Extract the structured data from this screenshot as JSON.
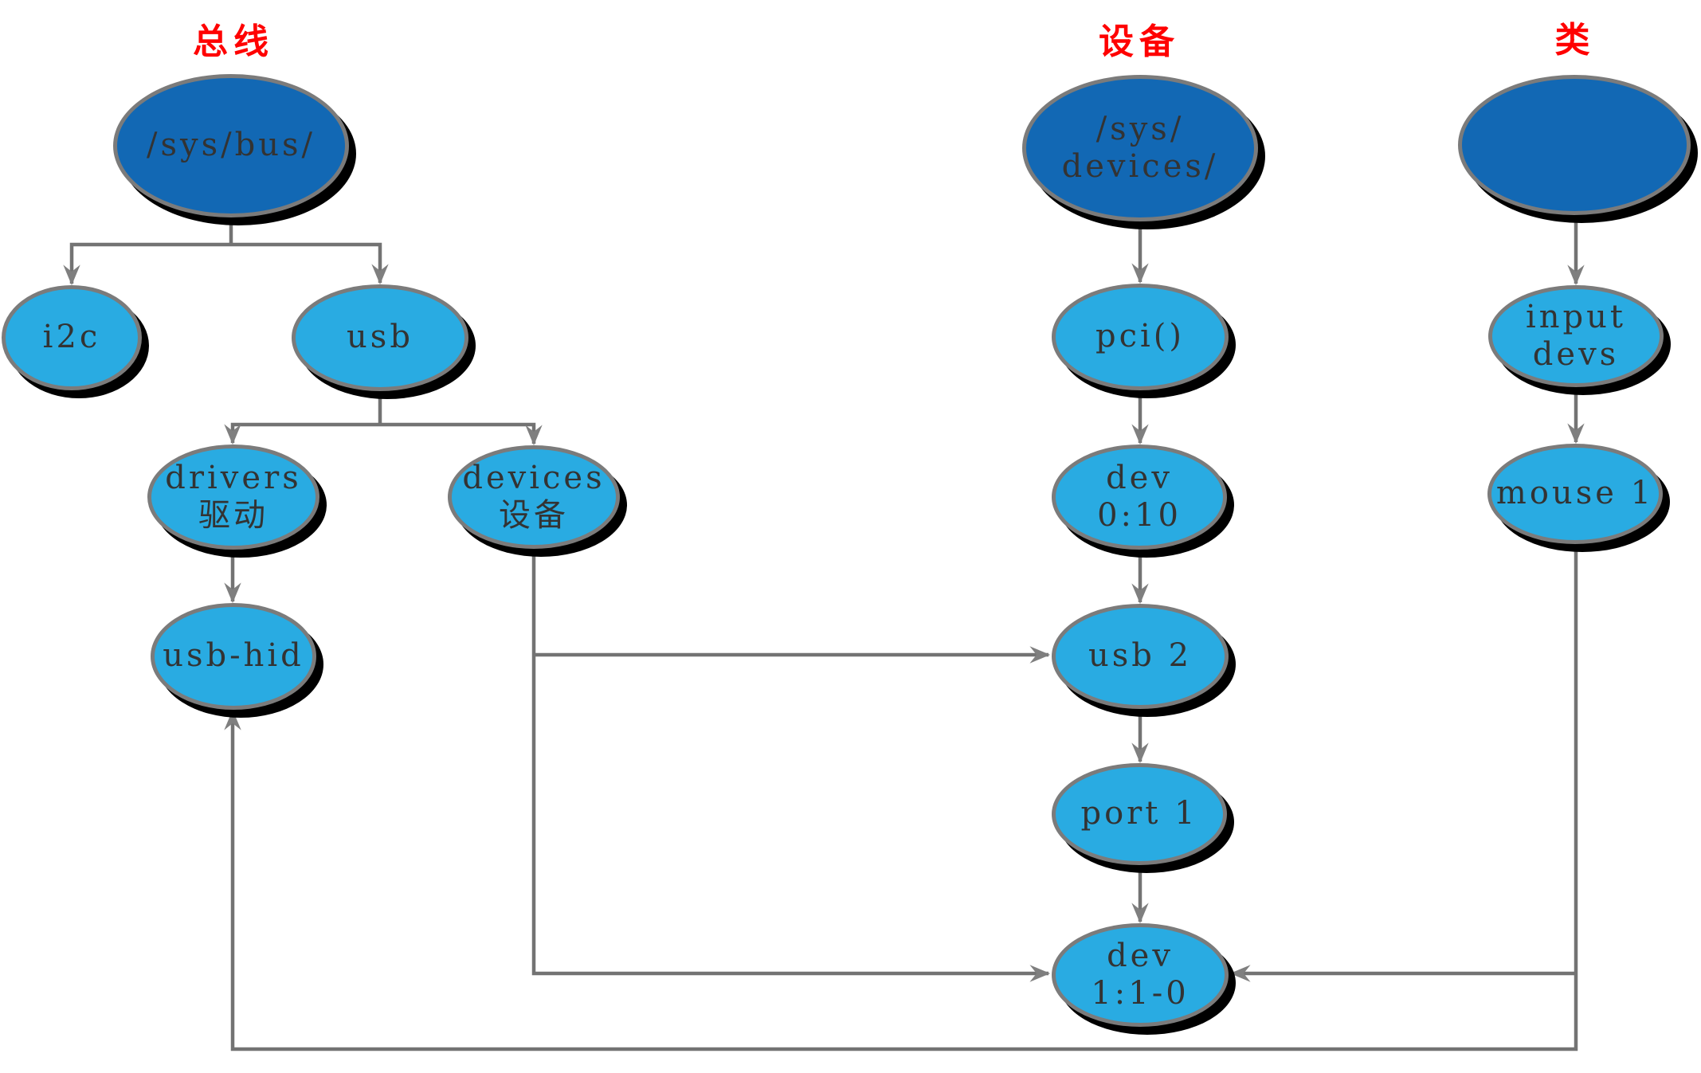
{
  "diagram": {
    "titles": {
      "bus": "总线",
      "devices": "设备",
      "class": "类"
    },
    "colors": {
      "root_fill": "#1268b4",
      "node_fill": "#29abe2",
      "node_border": "#7b7b7b",
      "connector": "#737373",
      "arrowhead": "#7f7f7f",
      "title_text": "#ff0000",
      "node_text": "#333333",
      "shadow": "#000000"
    },
    "nodes": {
      "sys_bus": {
        "line1": "/sys/bus/"
      },
      "i2c": {
        "line1": "i2c"
      },
      "usb": {
        "line1": "usb"
      },
      "drivers": {
        "line1": "drivers",
        "line2": "驱动"
      },
      "devices": {
        "line1": "devices",
        "line2": "设备"
      },
      "usb_hid": {
        "line1": "usb-hid"
      },
      "sys_devices": {
        "line1": "/sys/",
        "line2": "devices/"
      },
      "pci": {
        "line1": "pci()"
      },
      "dev_0_10": {
        "line1": "dev",
        "line2": "0:10"
      },
      "usb_2": {
        "line1": "usb 2"
      },
      "port_1": {
        "line1": "port 1"
      },
      "dev_1_1_0": {
        "line1": "dev",
        "line2": "1:1-0"
      },
      "input_devs": {
        "line1": "input",
        "line2": "devs"
      },
      "mouse_1": {
        "line1": "mouse 1"
      }
    }
  }
}
